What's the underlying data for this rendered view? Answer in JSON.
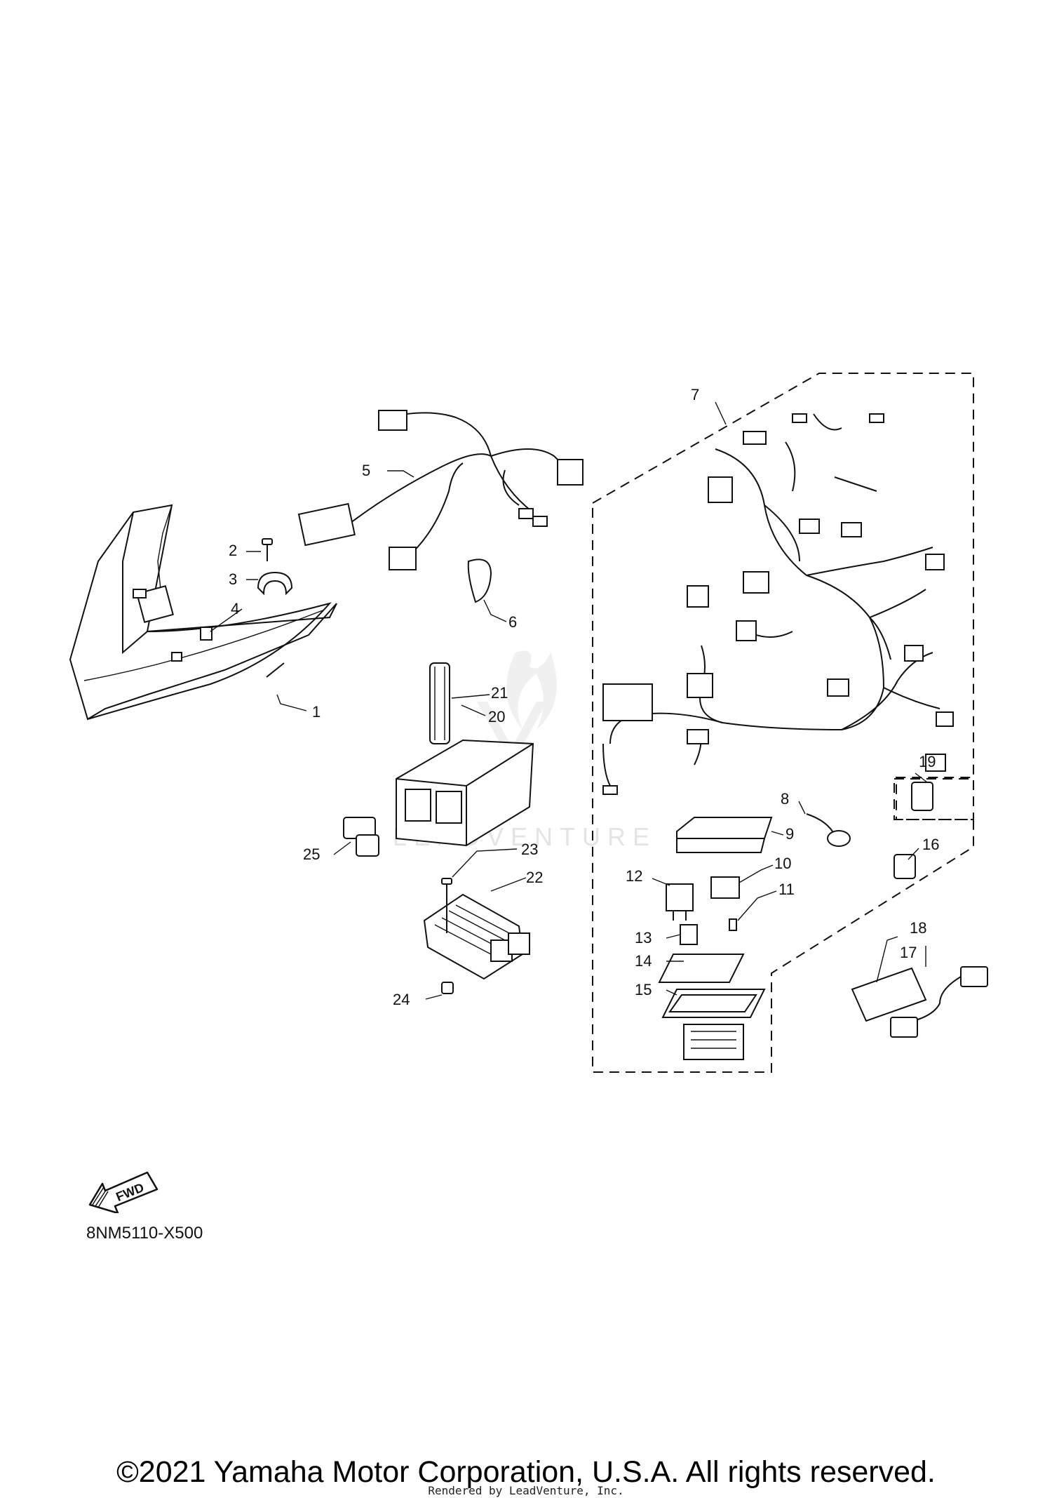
{
  "diagram": {
    "code": "8NM5110-X500",
    "watermark": "LEADVENTURE",
    "fwd_label": "FWD",
    "copyright": "©2021 Yamaha Motor Corporation, U.S.A. All rights reserved.",
    "rendered_by": "Rendered by LeadVenture, Inc."
  },
  "callouts": [
    "1",
    "2",
    "3",
    "4",
    "5",
    "6",
    "7",
    "8",
    "9",
    "10",
    "11",
    "12",
    "13",
    "14",
    "15",
    "16",
    "17",
    "18",
    "19",
    "20",
    "21",
    "22",
    "23",
    "24",
    "25"
  ]
}
